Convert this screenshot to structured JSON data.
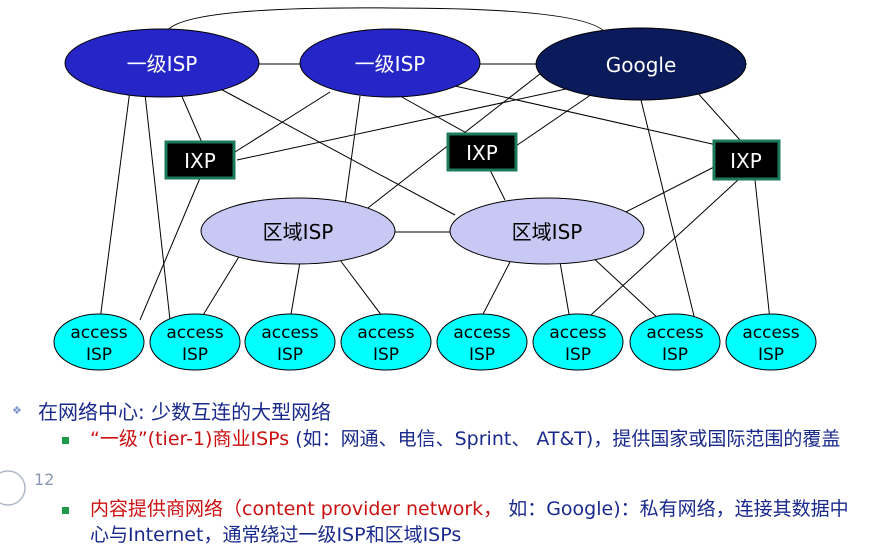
{
  "diagram": {
    "tier1_label": "一级ISP",
    "google_label": "Google",
    "ixp_label": "IXP",
    "regional_label": "区域ISP",
    "access_line1": "access",
    "access_line2": "ISP",
    "colors": {
      "tier1_fill": "#2626c8",
      "google_fill": "#0a1a5a",
      "ixp_fill": "#000000",
      "ixp_border": "#1e7a5a",
      "regional_fill": "#c8c8f4",
      "access_fill": "#00ffff"
    }
  },
  "bullets": {
    "main": "在网络中心: 少数互连的大型网络",
    "sub1_red": "“一级”(tier-1)商业ISPs",
    "sub1_rest": " (如：网通、电信、Sprint、 AT&T)，提供国家或国际范围的覆盖",
    "sub2_red": "内容提供商网络（content provider network，",
    "sub2_rest": " 如：Google)：私有网络，连接其数据中心与Internet，通常绕过一级ISP和区域ISPs"
  },
  "slide_number": "12"
}
